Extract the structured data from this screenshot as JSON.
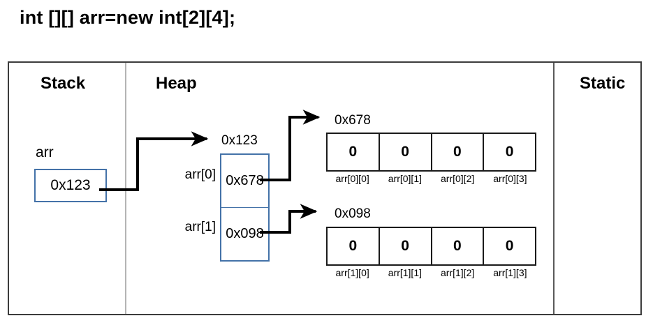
{
  "title": "int [][] arr=new int[2][4];",
  "colors": {
    "frame_border": "#3c3c3c",
    "blue_box_border": "#4472a8",
    "cell_border": "#1a1a1a",
    "divider_light": "#b4b4b4",
    "divider_dark": "#5a5a5a",
    "arrow": "#000000"
  },
  "panels": {
    "stack": {
      "title": "Stack",
      "variable_label": "arr",
      "value": "0x123"
    },
    "heap": {
      "title": "Heap",
      "pointer_block": {
        "address": "0x123",
        "rows": [
          {
            "label": "arr[0]",
            "value": "0x678"
          },
          {
            "label": "arr[1]",
            "value": "0x098"
          }
        ]
      },
      "arrays": [
        {
          "address": "0x678",
          "values": [
            "0",
            "0",
            "0",
            "0"
          ],
          "captions": [
            "arr[0][0]",
            "arr[0][1]",
            "arr[0][2]",
            "arr[0][3]"
          ]
        },
        {
          "address": "0x098",
          "values": [
            "0",
            "0",
            "0",
            "0"
          ],
          "captions": [
            "arr[1][0]",
            "arr[1][1]",
            "arr[1][2]",
            "arr[1][3]"
          ]
        }
      ]
    },
    "static": {
      "title": "Static"
    }
  },
  "arrows": [
    {
      "name": "stack-to-heap-pointer",
      "from": "stack.value",
      "to": "heap.pointer_block"
    },
    {
      "name": "arr0-to-array0",
      "from": "heap.rows.0",
      "to": "heap.arrays.0"
    },
    {
      "name": "arr1-to-array1",
      "from": "heap.rows.1",
      "to": "heap.arrays.1"
    }
  ]
}
